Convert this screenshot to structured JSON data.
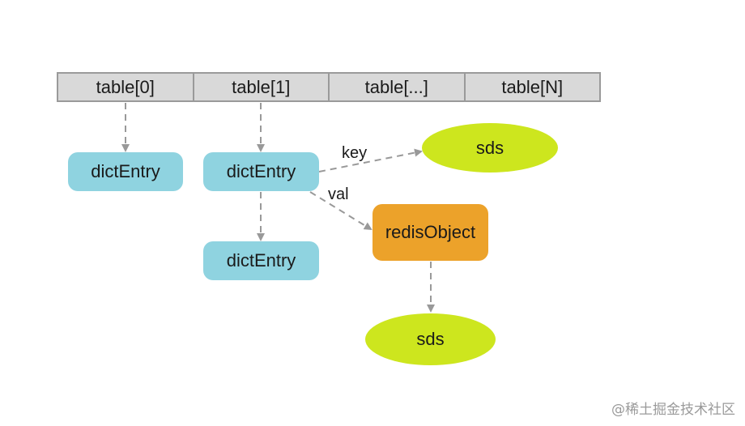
{
  "table": {
    "cells": [
      "table[0]",
      "table[1]",
      "table[...]",
      "table[N]"
    ]
  },
  "nodes": {
    "dict_entry_0": "dictEntry",
    "dict_entry_1": "dictEntry",
    "dict_entry_2": "dictEntry",
    "redis_object": "redisObject",
    "sds_key": "sds",
    "sds_value": "sds"
  },
  "edge_labels": {
    "key": "key",
    "val": "val"
  },
  "watermark": "@稀土掘金技术社区",
  "colors": {
    "table_cell": "#d9d9d9",
    "dict_entry": "#8fd3e0",
    "redis_object": "#eca22a",
    "sds": "#cde61e",
    "arrow": "#999999"
  }
}
